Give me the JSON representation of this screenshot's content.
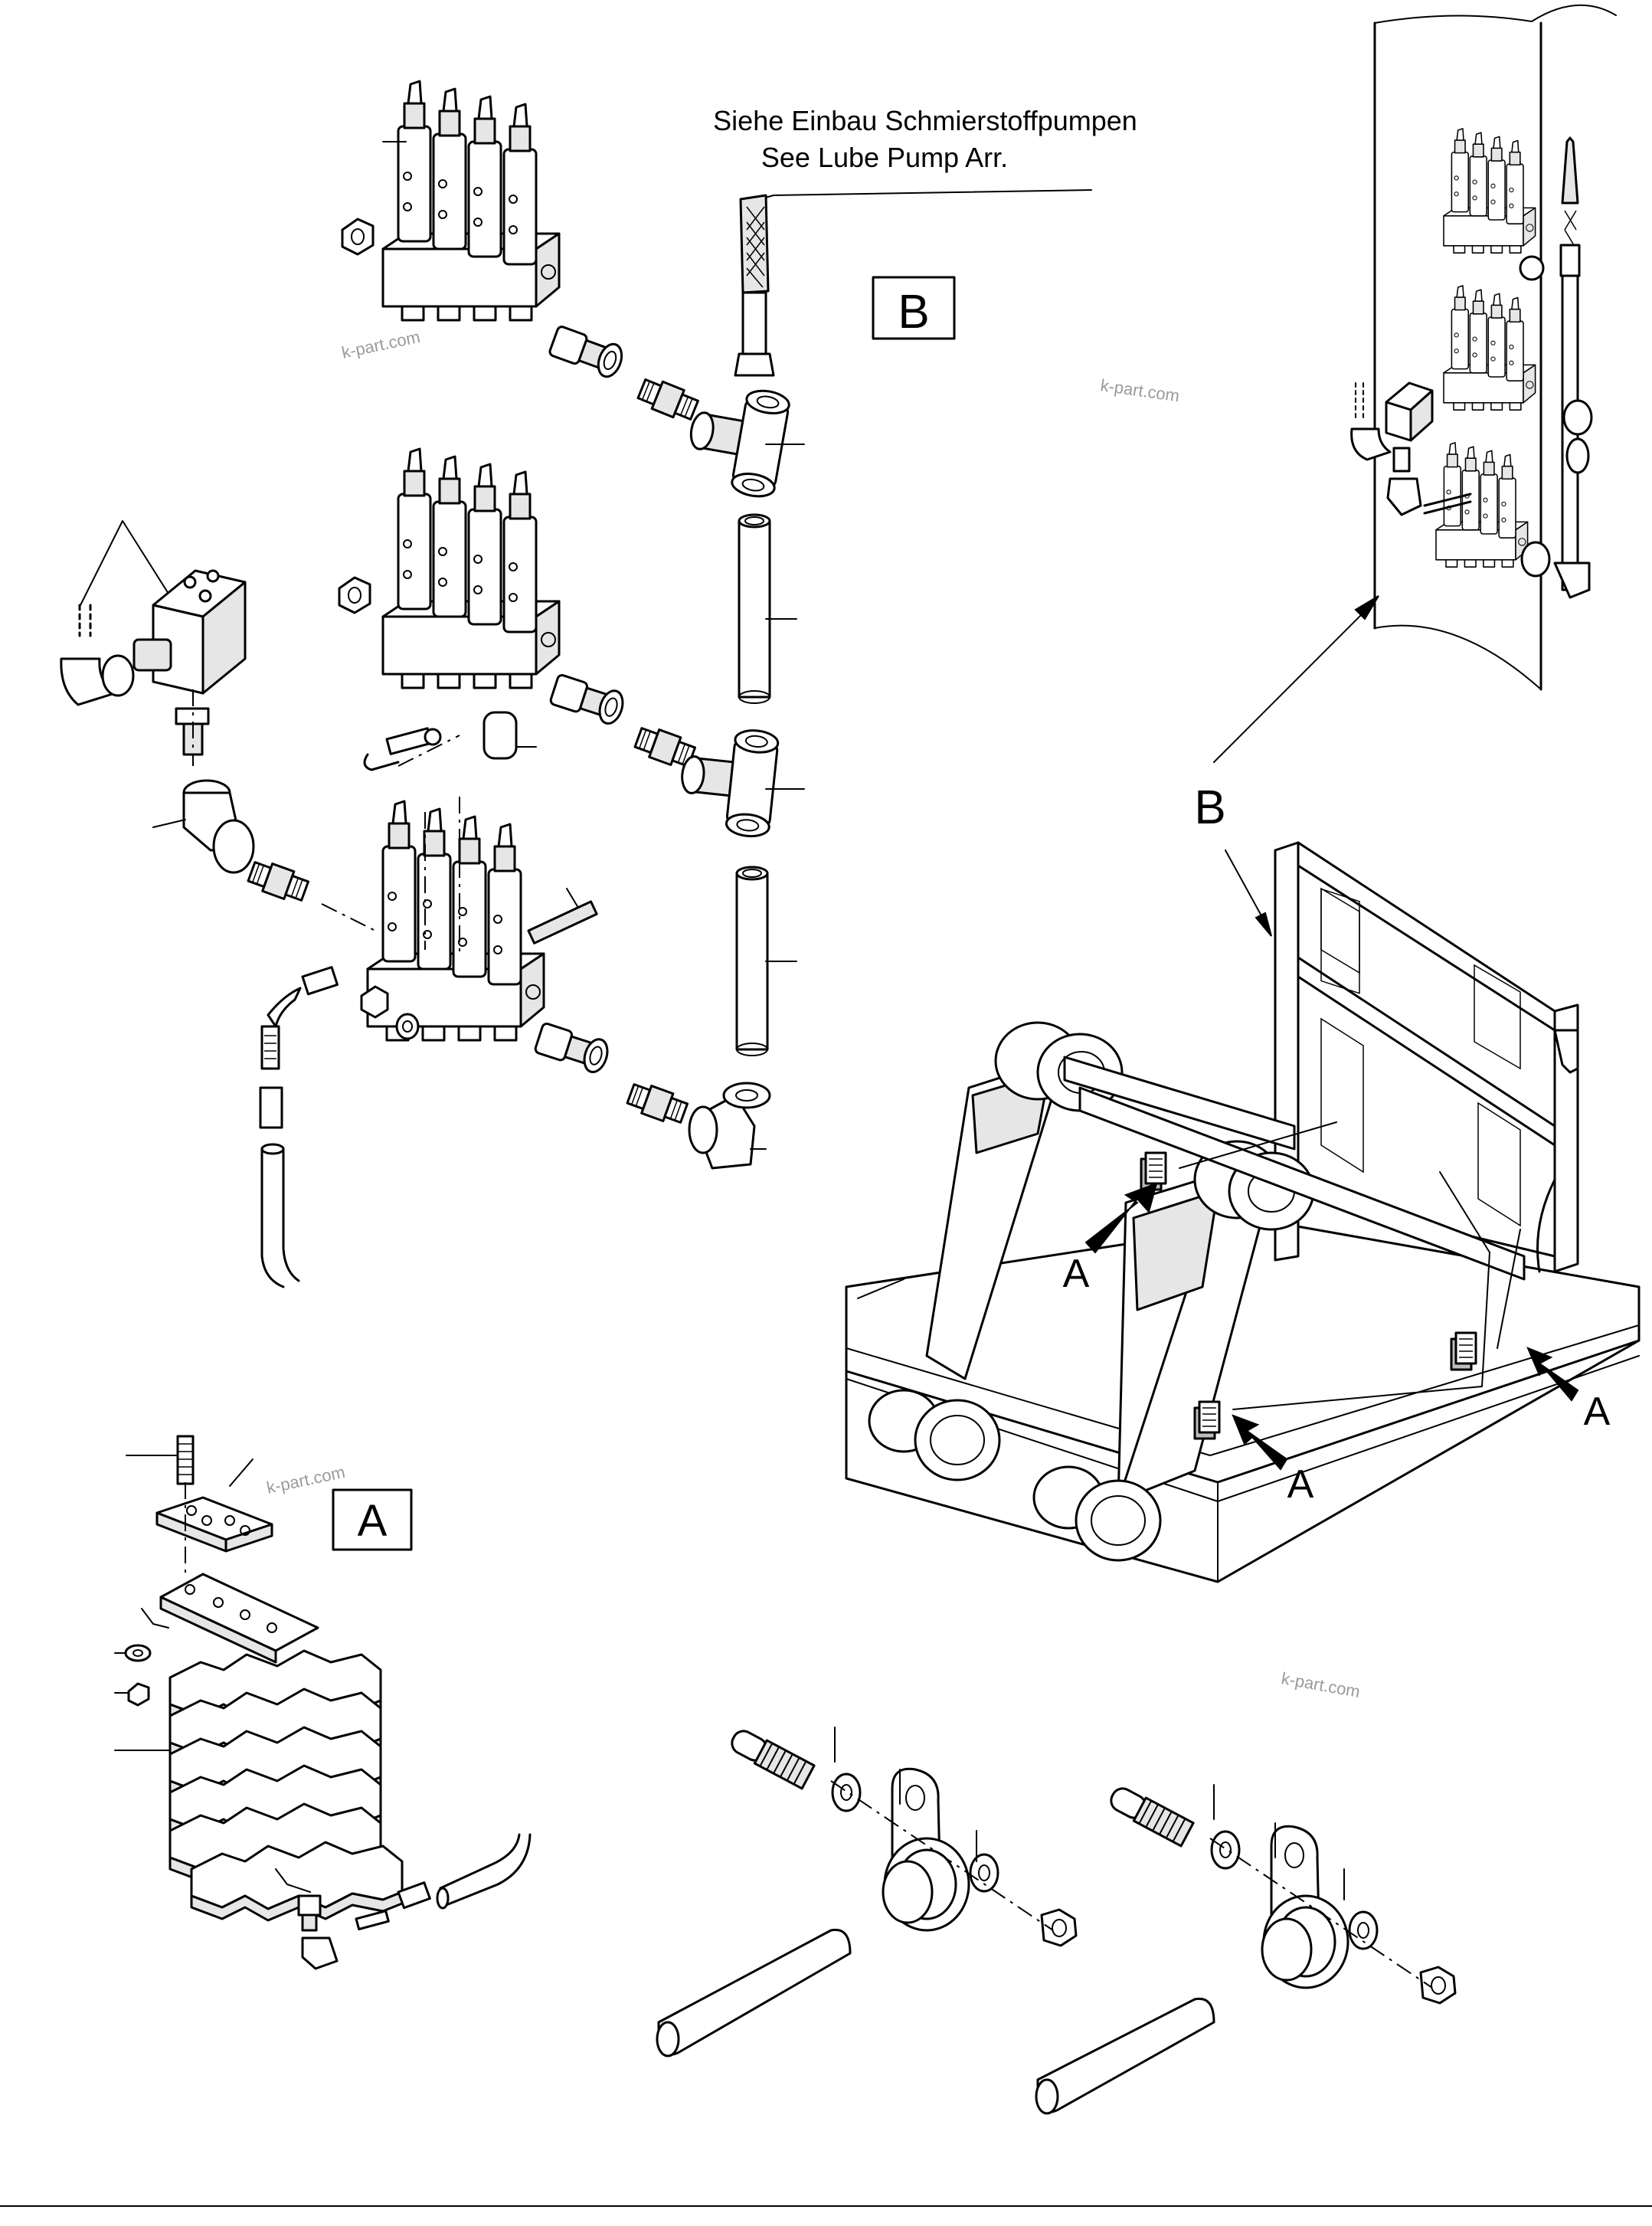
{
  "note": {
    "line_de": "Siehe  Einbau Schmierstoffpumpen",
    "line_en": "See  Lube Pump Arr."
  },
  "boxed_labels": {
    "b": "B",
    "a": "A"
  },
  "view_labels": {
    "b": "B",
    "a1": "A",
    "a2": "A",
    "a3": "A"
  },
  "watermarks": [
    "k-part.com",
    "k-part.com",
    "k-part.com",
    "k-part.com"
  ]
}
